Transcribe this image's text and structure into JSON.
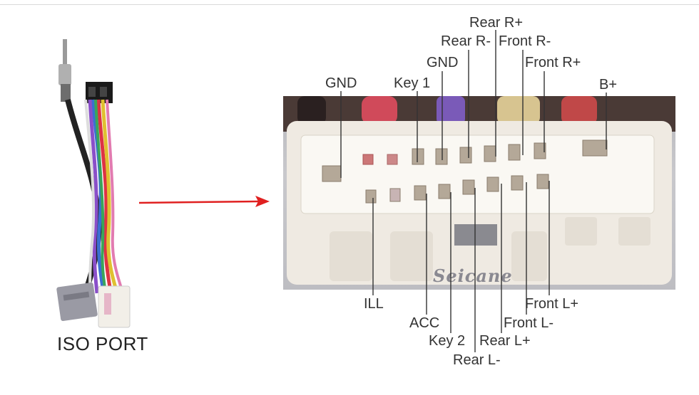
{
  "iso_port_label": "ISO PORT",
  "watermark": "Seicane",
  "colors": {
    "arrow": "#e02020",
    "leader_line": "#333333",
    "connector_body": "#efeae2"
  },
  "pin_labels_top": {
    "gnd_left": "GND",
    "key1": "Key 1",
    "gnd_mid": "GND",
    "rear_r_minus": "Rear R-",
    "rear_r_plus": "Rear R+",
    "front_r_minus": "Front R-",
    "front_r_plus": "Front R+",
    "b_plus": "B+"
  },
  "pin_labels_bottom": {
    "ill": "ILL",
    "acc": "ACC",
    "key2": "Key 2",
    "rear_l_minus": "Rear L-",
    "rear_l_plus": "Rear L+",
    "front_l_minus": "Front L-",
    "front_l_plus": "Front L+"
  }
}
